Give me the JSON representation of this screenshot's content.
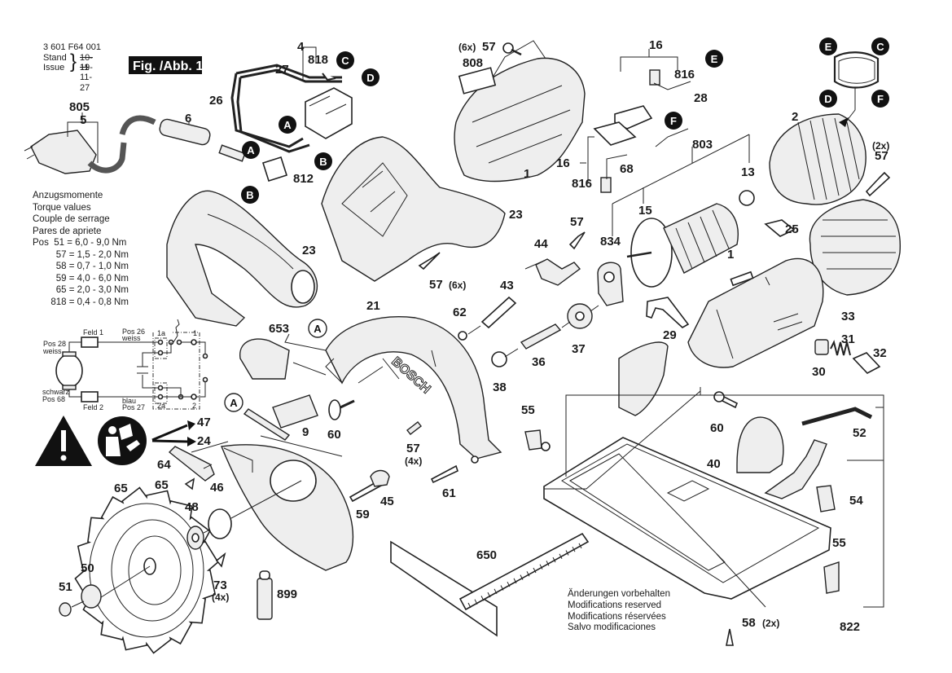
{
  "header": {
    "doc_number": "3 601 F64 001",
    "stand_label": "Stand",
    "issue_label": "Issue",
    "old_date_struck": "10-11",
    "issue_date": "19-11-27",
    "figure_label": "Fig. /Abb. 1"
  },
  "torque": {
    "title_de": "Anzugsmomente",
    "title_en": "Torque values",
    "title_fr": "Couple de serrage",
    "title_es": "Pares de apriete",
    "pos_label": "Pos",
    "rows": [
      {
        "pos": "51",
        "value": "6,0 - 9,0 Nm"
      },
      {
        "pos": "57",
        "value": "1,5 - 2,0 Nm"
      },
      {
        "pos": "58",
        "value": "0,7 - 1,0 Nm"
      },
      {
        "pos": "59",
        "value": "4,0 - 6,0 Nm"
      },
      {
        "pos": "65",
        "value": "2,0 - 3,0 Nm"
      },
      {
        "pos": "818",
        "value": "0,4 - 0,8 Nm"
      }
    ]
  },
  "wiring": {
    "feld1": "Feld 1",
    "feld2": "Feld 2",
    "pos28": "Pos 28",
    "weiss1": "weiss",
    "pos26": "Pos 26",
    "weiss2": "weiss",
    "schwarz": "schwarz",
    "pos68": "Pos 68",
    "blau": "blau",
    "pos27": "Pos 27",
    "t1a": "1a",
    "t1": "1",
    "t2a": "2a",
    "t2": "2"
  },
  "notes": {
    "de": "Änderungen vorbehalten",
    "en": "Modifications reserved",
    "fr": "Modifications réservées",
    "es": "Salvo modificaciones"
  },
  "icons": {
    "warning": "warning-triangle-icon",
    "manual": "read-manual-icon"
  },
  "connector_markers": [
    "A",
    "B",
    "C",
    "D",
    "E",
    "F"
  ],
  "parts": {
    "p805": "805",
    "p5": "5",
    "p6": "6",
    "p26": "26",
    "p27": "27",
    "p4": "4",
    "p818": "818",
    "p812": "812",
    "p23a": "23",
    "p23b": "23",
    "p653": "653",
    "p21": "21",
    "p9": "9",
    "p60a": "60",
    "p47": "47",
    "p24": "24",
    "p64": "64",
    "p65a": "65",
    "p65b": "65",
    "p46": "46",
    "p48": "48",
    "p50": "50",
    "p51": "51",
    "p73": "73",
    "p73q": "(4x)",
    "p899": "899",
    "p57a": "57",
    "p57aq": "(6x)",
    "p808": "808",
    "p1a": "1",
    "p16a": "16",
    "p816a": "816",
    "p28": "28",
    "p16b": "16",
    "p816b": "816",
    "p68": "68",
    "p803": "803",
    "p13": "13",
    "p15": "15",
    "p2": "2",
    "p57b": "57",
    "p57bq": "(2x)",
    "p25": "25",
    "p57c": "57",
    "p57cq": "(6x)",
    "p44": "44",
    "p57d": "57",
    "p834": "834",
    "p43": "43",
    "p62": "62",
    "p37": "37",
    "p36": "36",
    "p38": "38",
    "p1b": "1",
    "p33": "33",
    "p29": "29",
    "p31": "31",
    "p32": "32",
    "p30": "30",
    "p57e": "57",
    "p57eq": "(4x)",
    "p61": "61",
    "p59": "59",
    "p45": "45",
    "p55a": "55",
    "p55b": "55",
    "p60b": "60",
    "p52": "52",
    "p40": "40",
    "p54": "54",
    "p650": "650",
    "p58": "58",
    "p58q": "(2x)",
    "p822": "822"
  },
  "brand": "BOSCH"
}
